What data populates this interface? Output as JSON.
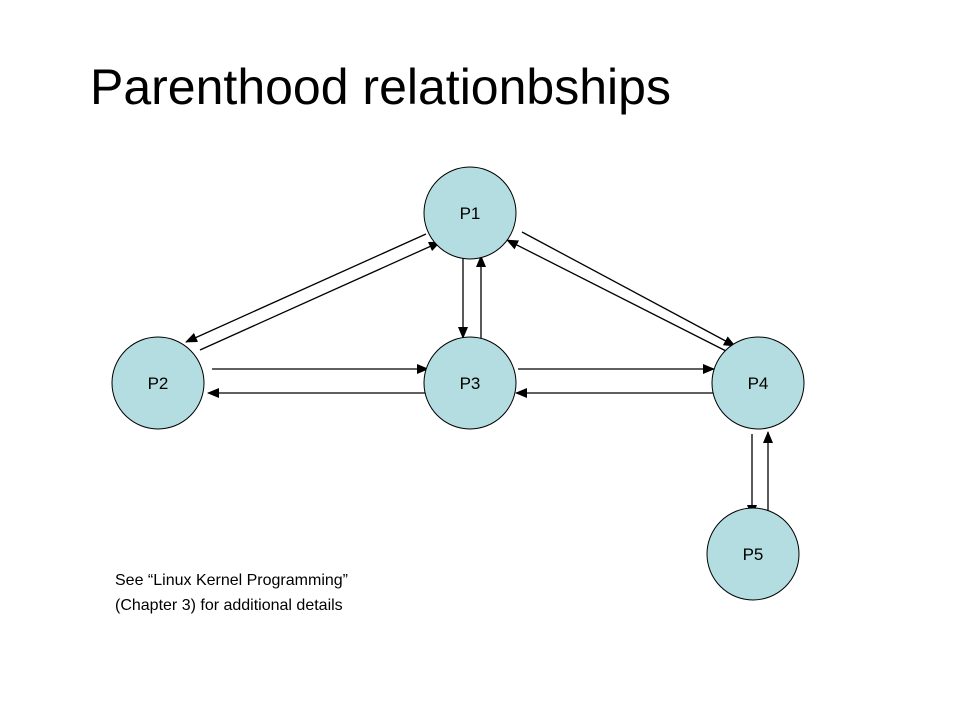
{
  "title": "Parenthood relationbships",
  "node_fill": "#b3dde0",
  "node_stroke": "#000000",
  "nodes": [
    {
      "id": "P1",
      "label": "P1"
    },
    {
      "id": "P2",
      "label": "P2"
    },
    {
      "id": "P3",
      "label": "P3"
    },
    {
      "id": "P4",
      "label": "P4"
    },
    {
      "id": "P5",
      "label": "P5"
    }
  ],
  "edges": [
    {
      "from": "P1",
      "to": "P2"
    },
    {
      "from": "P2",
      "to": "P1"
    },
    {
      "from": "P1",
      "to": "P3"
    },
    {
      "from": "P3",
      "to": "P1"
    },
    {
      "from": "P1",
      "to": "P4"
    },
    {
      "from": "P4",
      "to": "P1"
    },
    {
      "from": "P2",
      "to": "P3"
    },
    {
      "from": "P3",
      "to": "P2"
    },
    {
      "from": "P3",
      "to": "P4"
    },
    {
      "from": "P4",
      "to": "P3"
    },
    {
      "from": "P4",
      "to": "P5"
    },
    {
      "from": "P5",
      "to": "P4"
    }
  ],
  "note": {
    "line1": "See “Linux Kernel Programming”",
    "line2": "(Chapter 3) for additional details"
  }
}
